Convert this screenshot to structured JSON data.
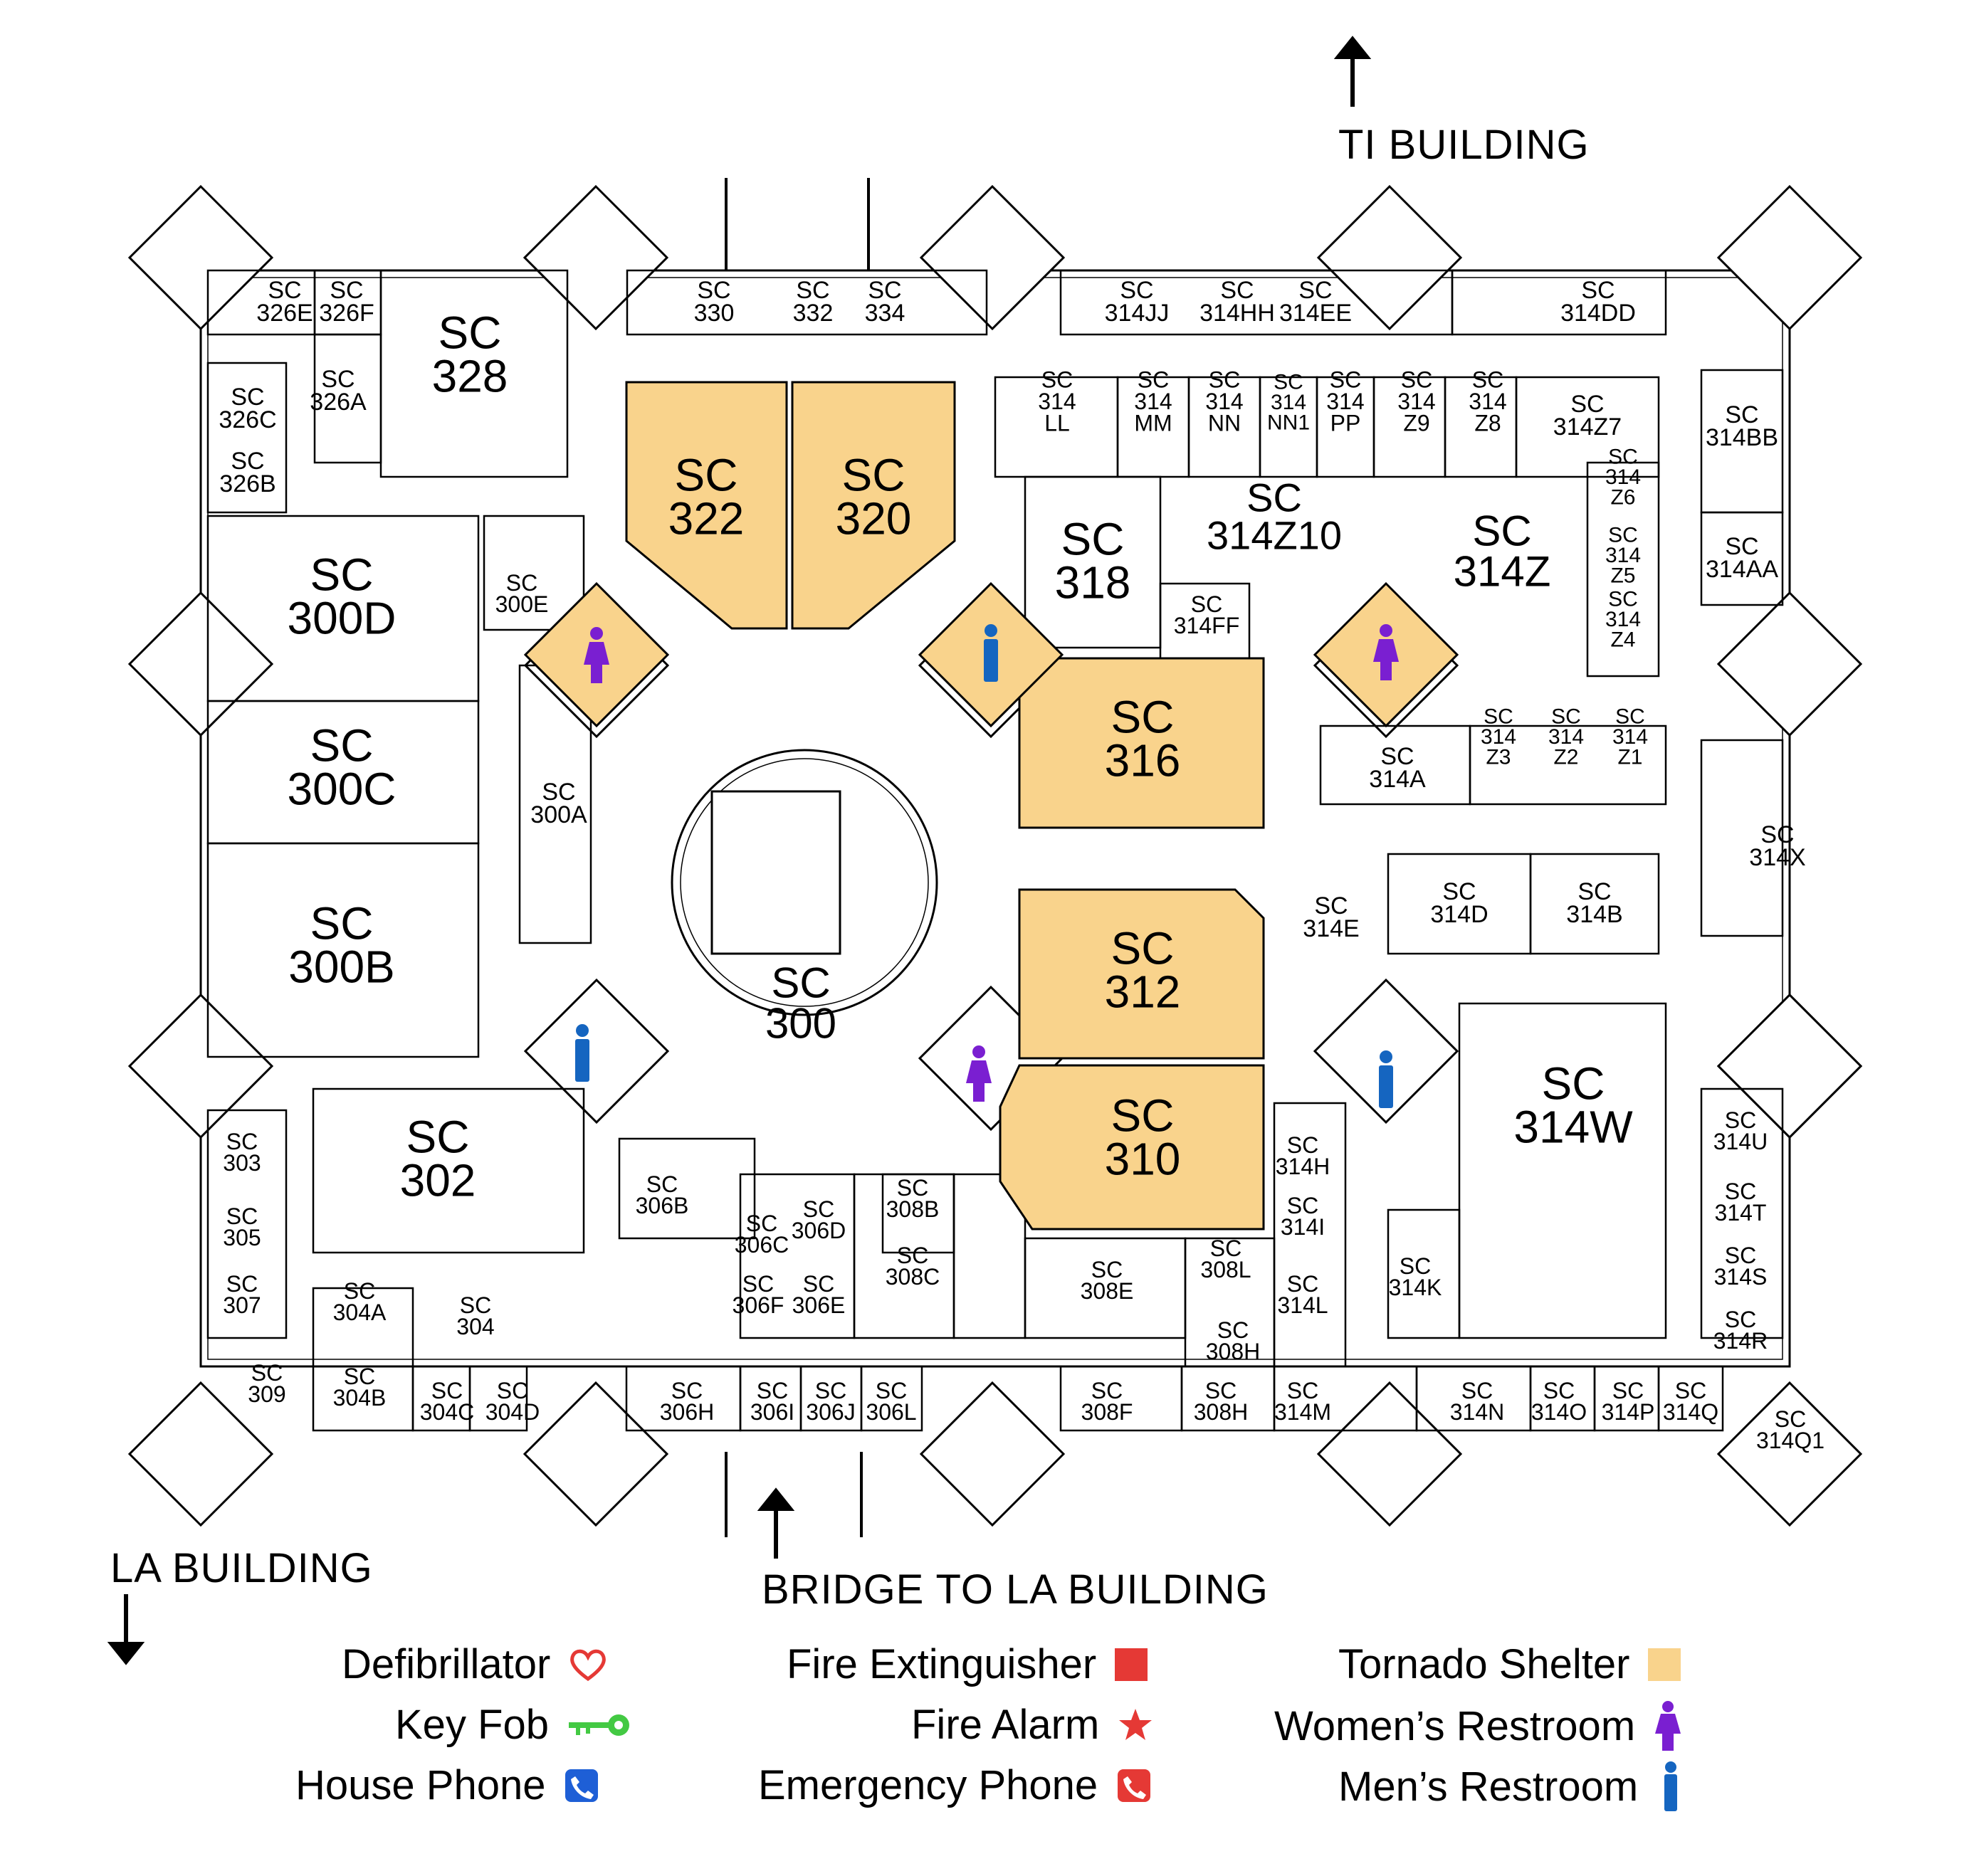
{
  "directions": {
    "ti_building": "TI BUILDING",
    "la_building": "LA BUILDING",
    "bridge": "BRIDGE TO LA BUILDING"
  },
  "rooms": {
    "sc328": [
      "SC",
      "328"
    ],
    "sc322": [
      "SC",
      "322"
    ],
    "sc320": [
      "SC",
      "320"
    ],
    "sc318": [
      "SC",
      "318"
    ],
    "sc316": [
      "SC",
      "316"
    ],
    "sc312": [
      "SC",
      "312"
    ],
    "sc310": [
      "SC",
      "310"
    ],
    "sc300": [
      "SC",
      "300"
    ],
    "sc300d": [
      "SC",
      "300D"
    ],
    "sc300c": [
      "SC",
      "300C"
    ],
    "sc300b": [
      "SC",
      "300B"
    ],
    "sc302": [
      "SC",
      "302"
    ],
    "sc314z": [
      "SC",
      "314Z"
    ],
    "sc314z10": [
      "SC",
      "314Z10"
    ],
    "sc314w": [
      "SC",
      "314W"
    ],
    "sc330": [
      "SC",
      "330"
    ],
    "sc332": [
      "SC",
      "332"
    ],
    "sc334": [
      "SC",
      "334"
    ],
    "sc314jj": [
      "SC",
      "314JJ"
    ],
    "sc314hh": [
      "SC",
      "314HH"
    ],
    "sc314ee": [
      "SC",
      "314EE"
    ],
    "sc314dd": [
      "SC",
      "314DD"
    ],
    "sc326f": [
      "SC",
      "326F"
    ],
    "sc326e": [
      "SC",
      "326E"
    ],
    "sc326a": [
      "SC",
      "326A"
    ],
    "sc326c": [
      "SC",
      "326C"
    ],
    "sc326b": [
      "SC",
      "326B"
    ],
    "sc300e": [
      "SC",
      "300E"
    ],
    "sc300a": [
      "SC",
      "300A"
    ],
    "sc314ll": [
      "SC",
      "314",
      "LL"
    ],
    "sc314mm": [
      "SC",
      "314",
      "MM"
    ],
    "sc314nn": [
      "SC",
      "314",
      "NN"
    ],
    "sc314nn1": [
      "SC",
      "314",
      "NN1"
    ],
    "sc314pp": [
      "SC",
      "314",
      "PP"
    ],
    "sc314z9": [
      "SC",
      "314",
      "Z9"
    ],
    "sc314z8": [
      "SC",
      "314",
      "Z8"
    ],
    "sc314z7": [
      "SC",
      "314Z7"
    ],
    "sc314bb": [
      "SC",
      "314BB"
    ],
    "sc314aa": [
      "SC",
      "314AA"
    ],
    "sc314z6": [
      "SC",
      "314",
      "Z6"
    ],
    "sc314z5": [
      "SC",
      "314",
      "Z5"
    ],
    "sc314z4": [
      "SC",
      "314",
      "Z4"
    ],
    "sc314ff": [
      "SC",
      "314FF"
    ],
    "sc314a": [
      "SC",
      "314A"
    ],
    "sc314z3": [
      "SC",
      "314",
      "Z3"
    ],
    "sc314z2": [
      "SC",
      "314",
      "Z2"
    ],
    "sc314z1": [
      "SC",
      "314",
      "Z1"
    ],
    "sc314x": [
      "SC",
      "314X"
    ],
    "sc314d": [
      "SC",
      "314D"
    ],
    "sc314b": [
      "SC",
      "314B"
    ],
    "sc314e": [
      "SC",
      "314E"
    ],
    "sc314u": [
      "SC",
      "314U"
    ],
    "sc314t": [
      "SC",
      "314T"
    ],
    "sc314s": [
      "SC",
      "314S"
    ],
    "sc314r": [
      "SC",
      "314R"
    ],
    "sc314h": [
      "SC",
      "314H"
    ],
    "sc314i": [
      "SC",
      "314I"
    ],
    "sc314k": [
      "SC",
      "314K"
    ],
    "sc314l": [
      "SC",
      "314L"
    ],
    "sc303": [
      "SC",
      "303"
    ],
    "sc305": [
      "SC",
      "305"
    ],
    "sc307": [
      "SC",
      "307"
    ],
    "sc309": [
      "SC",
      "309"
    ],
    "sc304a": [
      "SC",
      "304A"
    ],
    "sc304": [
      "SC",
      "304"
    ],
    "sc304b": [
      "SC",
      "304B"
    ],
    "sc304c": [
      "SC",
      "304C"
    ],
    "sc304d": [
      "SC",
      "304D"
    ],
    "sc306b": [
      "SC",
      "306B"
    ],
    "sc306c": [
      "SC",
      "306C"
    ],
    "sc306d": [
      "SC",
      "306D"
    ],
    "sc306e": [
      "SC",
      "306E"
    ],
    "sc306f": [
      "SC",
      "306F"
    ],
    "sc308b": [
      "SC",
      "308B"
    ],
    "sc308c": [
      "SC",
      "308C"
    ],
    "sc308e": [
      "SC",
      "308E"
    ],
    "sc308l": [
      "SC",
      "308L"
    ],
    "sc308h": [
      "SC",
      "308H"
    ],
    "sc306h": [
      "SC",
      "306H"
    ],
    "sc306i": [
      "SC",
      "306I"
    ],
    "sc306j": [
      "SC",
      "306J"
    ],
    "sc306l": [
      "SC",
      "306L"
    ],
    "sc308f": [
      "SC",
      "308F"
    ],
    "sc308h2": [
      "SC",
      "308H"
    ],
    "sc314m": [
      "SC",
      "314M"
    ],
    "sc314n": [
      "SC",
      "314N"
    ],
    "sc314o": [
      "SC",
      "314O"
    ],
    "sc314p": [
      "SC",
      "314P"
    ],
    "sc314q": [
      "SC",
      "314Q"
    ],
    "sc314q1": [
      "SC",
      "314Q1"
    ]
  },
  "legend": {
    "tornado": "Tornado Shelter",
    "womens": "Women’s Restroom",
    "mens": "Men’s Restroom",
    "extinguisher": "Fire Extinguisher",
    "alarm": "Fire Alarm",
    "emergency_phone": "Emergency Phone",
    "defibrillator": "Defibrillator",
    "key_fob": "Key Fob",
    "house_phone": "House Phone"
  },
  "colors": {
    "tornado_shelter": "#f9d38c",
    "womens": "#7a1fd1",
    "mens": "#1565c0",
    "fire": "#e53935",
    "key_fob": "#43c943",
    "house_phone": "#1e5fd6"
  },
  "icons": [
    "tornado-shelter-swatch",
    "womens-restroom-icon",
    "mens-restroom-icon",
    "fire-extinguisher-icon",
    "fire-alarm-icon",
    "emergency-phone-icon",
    "defibrillator-icon",
    "key-fob-icon",
    "house-phone-icon",
    "north-arrow-icon"
  ]
}
